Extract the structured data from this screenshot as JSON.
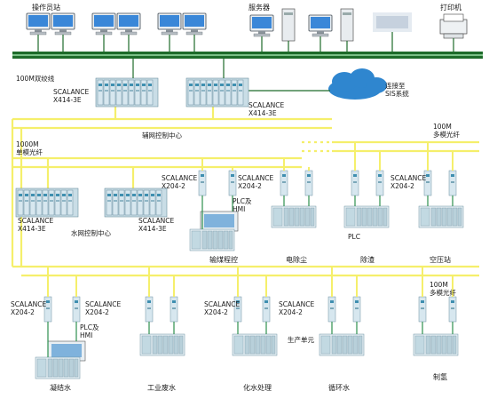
{
  "labels": {
    "operator_station": "操作员站",
    "server": "服务器",
    "printer": "打印机",
    "ring_100m": "100M双绞线",
    "cloud": "连接至\nSIS系统",
    "scalance_x414_a": "SCALANCE\nX414-3E",
    "scalance_x414_b": "SCALANCE\nX414-3E",
    "aux_center": "辅网控制中心",
    "fiber_1000m": "1000M\n单模光纤",
    "fiber_100m_top": "100M\n多模光纤",
    "x204_1": "SCALANCE\nX204-2",
    "x204_2": "SCALANCE\nX204-2",
    "plc_hmi_top": "PLC及\nHMI",
    "x204_3": "SCALANCE\nX204-2",
    "scalance_x414_c": "SCALANCE\nX414-3E",
    "water_center": "水网控制中心",
    "scalance_x414_d": "SCALANCE\nX414-3E",
    "plc_mid": "PLC",
    "coal": "输煤程控",
    "dust": "电除尘",
    "slag": "除渣",
    "air": "空压站",
    "fiber_100m_bottom": "100M\n多模光纤",
    "x204_4": "SCALANCE\nX204-2",
    "x204_5": "SCALANCE\nX204-2",
    "plc_hmi_bottom": "PLC及\nHMI",
    "x204_6": "SCALANCE\nX204-2",
    "x204_7": "SCALANCE\nX204-2",
    "prod_unit": "生产单元",
    "condense": "凝结水",
    "industrial_water": "工业废水",
    "chem_water": "化水处理",
    "circ_water": "循环水",
    "hydrogen": "制氢"
  },
  "colors": {
    "fiber": "#f5ef6b",
    "ring": "#1e6b2a",
    "device_green": "#2d8f4e",
    "rack": "#c9dde6",
    "monitor": "#2f7fd0"
  }
}
